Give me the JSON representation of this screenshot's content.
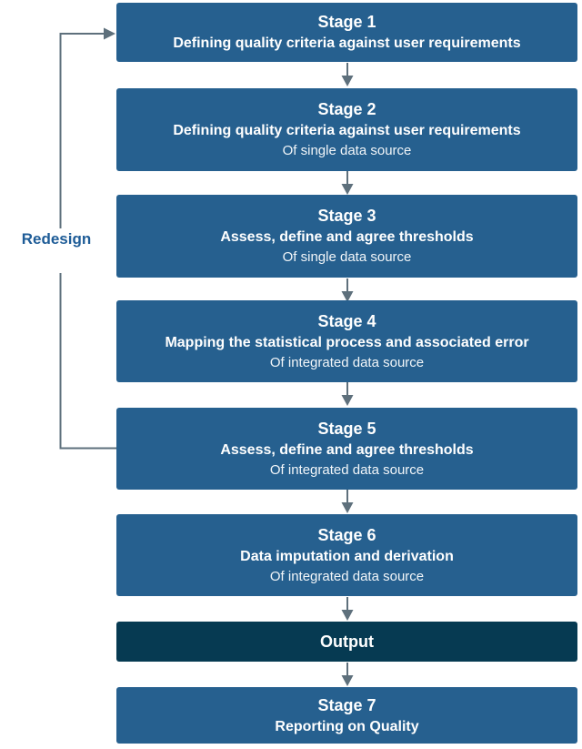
{
  "diagram": {
    "type": "flowchart",
    "redesign_label": "Redesign",
    "stages": [
      {
        "title": "Stage 1",
        "subtitle": "Defining quality criteria against user requirements",
        "note": ""
      },
      {
        "title": "Stage 2",
        "subtitle": "Defining quality criteria against user requirements",
        "note": "Of single data source"
      },
      {
        "title": "Stage 3",
        "subtitle": "Assess, define and agree thresholds",
        "note": "Of single data source"
      },
      {
        "title": "Stage 4",
        "subtitle": "Mapping the statistical process and associated error",
        "note": "Of integrated data source"
      },
      {
        "title": "Stage 5",
        "subtitle": "Assess, define and agree thresholds",
        "note": "Of integrated data source"
      },
      {
        "title": "Stage 6",
        "subtitle": "Data imputation and derivation",
        "note": "Of integrated data source"
      },
      {
        "title": "Stage 7",
        "subtitle": "Reporting on Quality",
        "note": ""
      }
    ],
    "output_label": "Output",
    "colors": {
      "stage_box": "#26608f",
      "output_box": "#063a52",
      "arrow": "#5e707c",
      "redesign_text": "#1e5c97",
      "box_text": "#ffffff",
      "background": "#ffffff"
    }
  }
}
